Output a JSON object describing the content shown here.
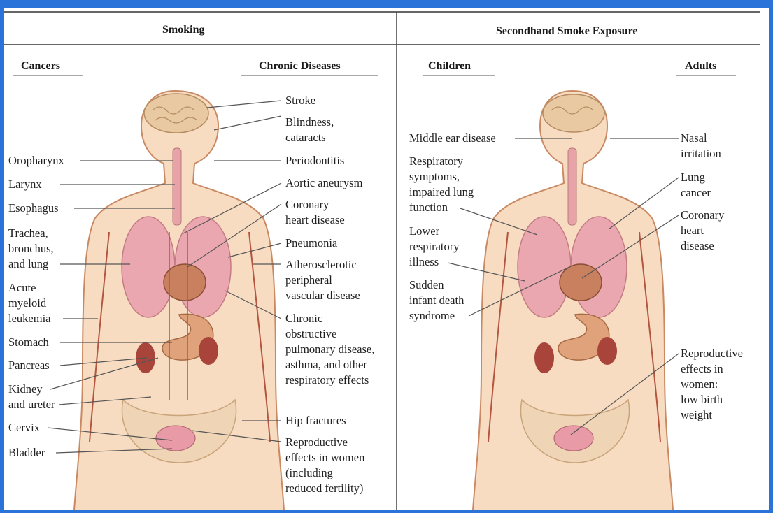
{
  "colors": {
    "frame": "#2a73d8",
    "body_fill": "#f8dcc2",
    "body_stroke": "#c98a63",
    "lung": "#eaa7b0",
    "heart": "#c8805f",
    "leader": "#555555",
    "vessel": "#b5553f"
  },
  "headers": {
    "smoking": "Smoking",
    "secondhand": "Secondhand Smoke Exposure",
    "cancers": "Cancers",
    "chronic": "Chronic Diseases",
    "children": "Children",
    "adults": "Adults"
  },
  "cancers": [
    "Oropharynx",
    "Larynx",
    "Esophagus",
    "Trachea,\nbronchus,\nand lung",
    "Acute\nmyeloid\nleukemia",
    "Stomach",
    "Pancreas",
    "Kidney\nand ureter",
    "Cervix",
    "Bladder"
  ],
  "chronic": [
    "Stroke",
    "Blindness,\ncataracts",
    "Periodontitis",
    "Aortic aneurysm",
    "Coronary\nheart disease",
    "Pneumonia",
    "Atherosclerotic\nperipheral\nvascular disease",
    "Chronic\nobstructive\npulmonary disease,\nasthma, and other\nrespiratory effects",
    "Hip fractures",
    "Reproductive\neffects in women\n(including\nreduced fertility)"
  ],
  "children": [
    "Middle ear disease",
    "Respiratory\nsymptoms,\nimpaired lung\nfunction",
    "Lower\nrespiratory\nillness",
    "Sudden\ninfant death\nsyndrome"
  ],
  "adults": [
    "Nasal\nirritation",
    "Lung\ncancer",
    "Coronary\nheart\ndisease",
    "Reproductive\neffects in\nwomen:\nlow birth\nweight"
  ]
}
